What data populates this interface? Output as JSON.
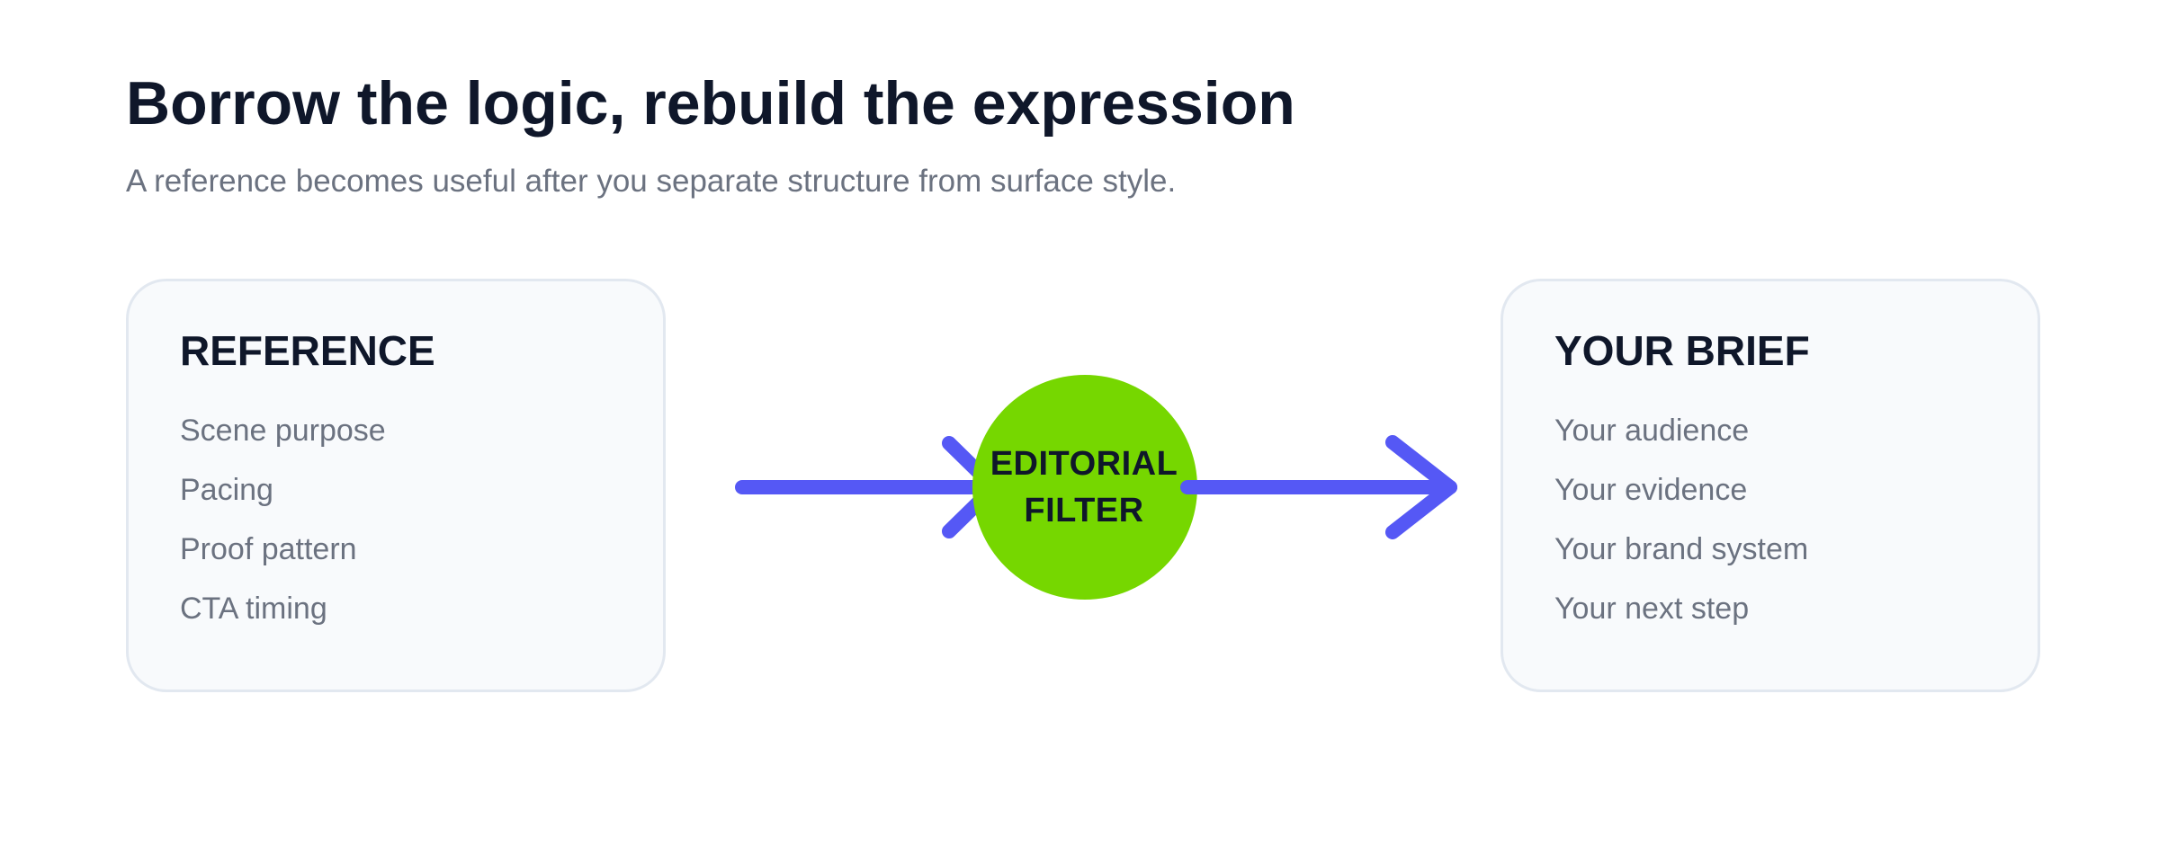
{
  "title": "Borrow the logic, rebuild the expression",
  "subtitle": "A reference becomes useful after you separate structure from surface style.",
  "reference": {
    "heading": "REFERENCE",
    "items": [
      "Scene purpose",
      "Pacing",
      "Proof pattern",
      "CTA timing"
    ]
  },
  "filter": {
    "line1": "EDITORIAL",
    "line2": "FILTER"
  },
  "brief": {
    "heading": "YOUR BRIEF",
    "items": [
      "Your audience",
      "Your evidence",
      "Your brand system",
      "Your next step"
    ]
  },
  "colors": {
    "arrow": "#5558f5",
    "filter_fill": "#76d700",
    "card_border": "#e2e8f0",
    "card_fill": "#f8fafc"
  }
}
